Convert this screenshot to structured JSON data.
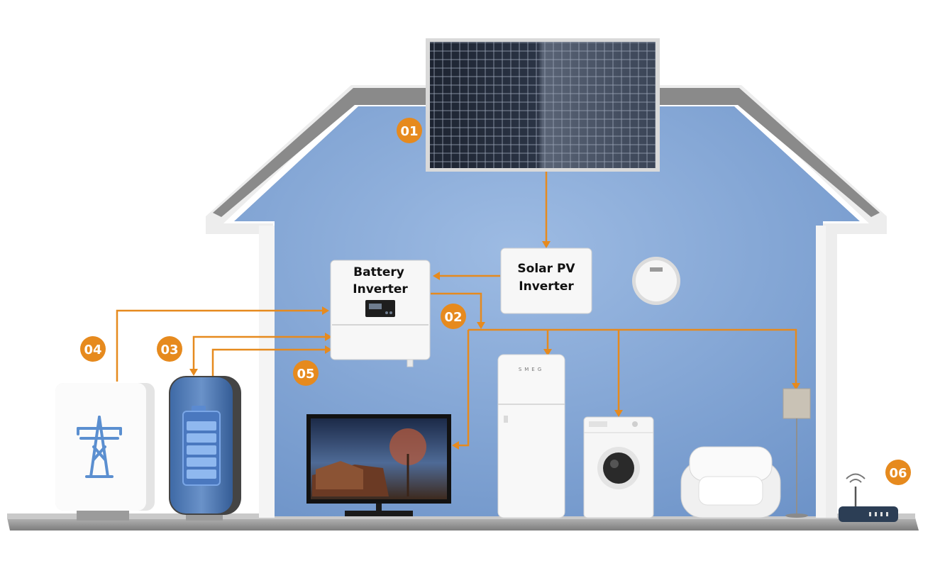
{
  "diagram": {
    "badges": {
      "b01": "01",
      "b02": "02",
      "b03": "03",
      "b04": "04",
      "b05": "05",
      "b06": "06"
    },
    "battery_inverter": {
      "line1": "Battery",
      "line2": "Inverter"
    },
    "solar_pv_inverter": {
      "line1": "Solar PV",
      "line2": "Inverter"
    },
    "fridge_brand": "SMEG",
    "colors": {
      "wall_blue": "#7aa0d2",
      "accent_orange": "#e68a1e",
      "roof_grey": "#8c8c8c",
      "floor_grey": "#9a9a9a"
    }
  }
}
